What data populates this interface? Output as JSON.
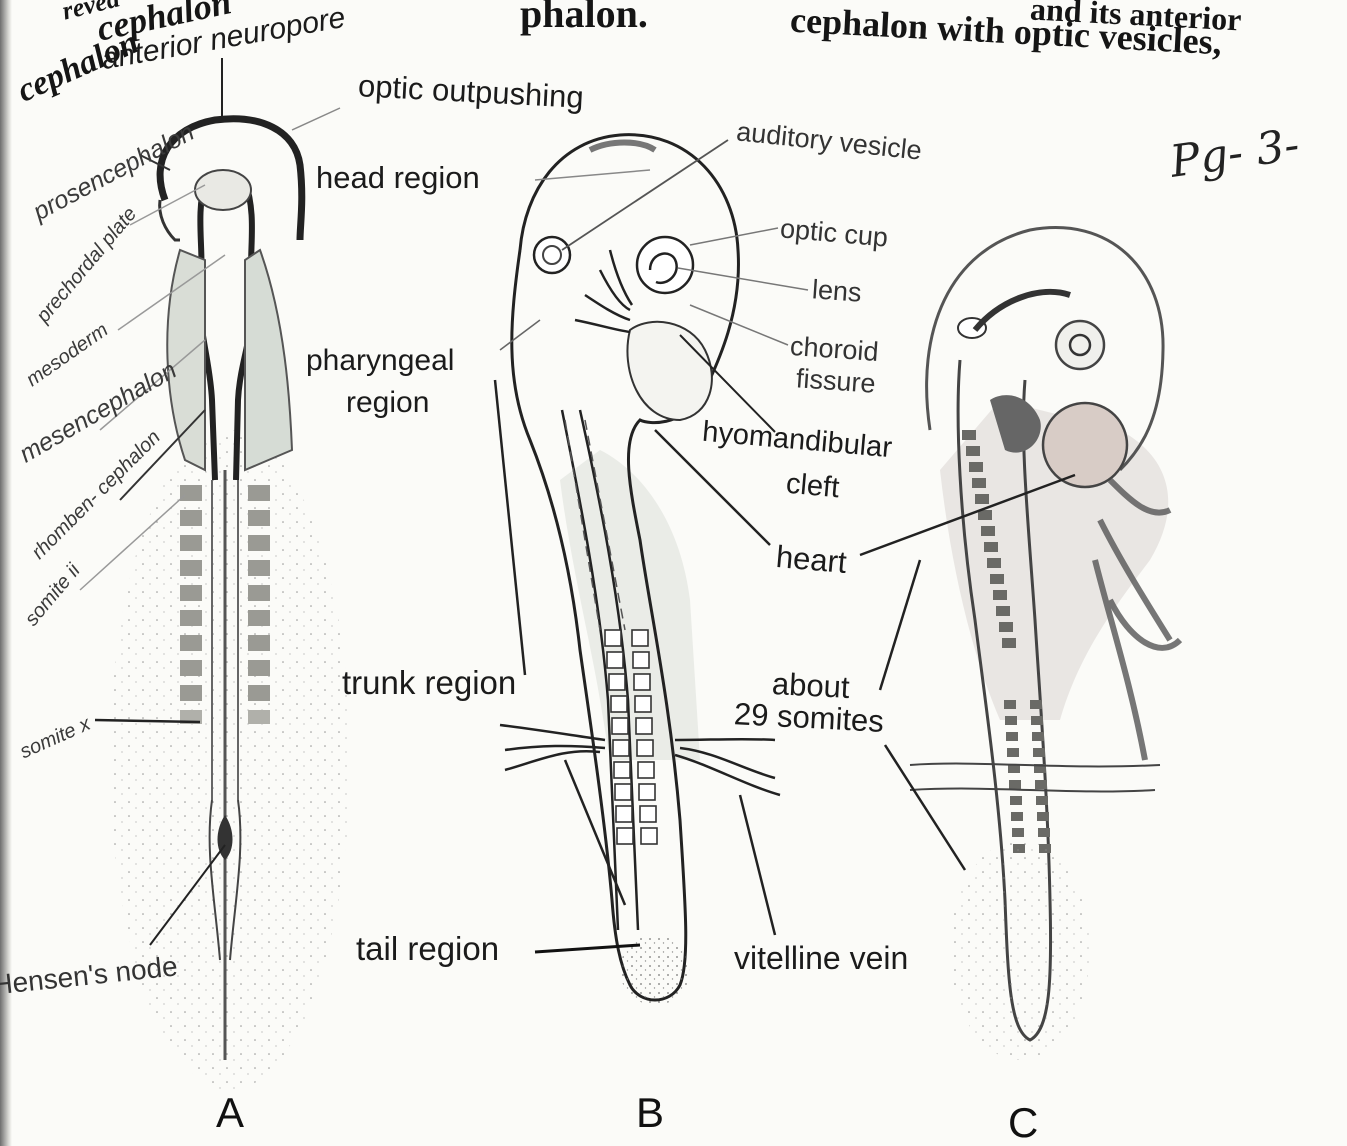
{
  "header": {
    "left_fragment_1": "revea",
    "left_fragment_2": "cephalon",
    "left_fragment_3": "cephalon",
    "middle_fragment": "phalon.",
    "right_fragment_1": "and its anterior",
    "right_fragment_2": "cephalon with optic vesicles,"
  },
  "handwritten_note": "Pg- 3-",
  "figure_a": {
    "panel_label": "A",
    "labels": {
      "anterior_neuropore": "anterior neuropore",
      "prosencephalon": "prosencephalon",
      "prechordal_plate": "prechordal plate",
      "mesoderm": "mesoderm",
      "mesencephalon": "mesencephalon",
      "rhombencephalon": "rhomben- cephalon",
      "somite_ii": "somite ii",
      "somite_x": "somite x",
      "hensens_node": "Hensen's node"
    }
  },
  "figure_b": {
    "panel_label": "B",
    "labels": {
      "optic_outpushing": "optic outpushing",
      "head_region": "head region",
      "auditory_vesicle": "auditory vesicle",
      "optic_cup": "optic cup",
      "lens": "lens",
      "choroid_fissure_1": "choroid",
      "choroid_fissure_2": "fissure",
      "pharyngeal_region_1": "pharyngeal",
      "pharyngeal_region_2": "region",
      "hyomandibular_cleft_1": "hyomandibular",
      "hyomandibular_cleft_2": "cleft",
      "heart": "heart",
      "trunk_region": "trunk region",
      "tail_region": "tail region",
      "vitelline_vein": "vitelline vein"
    }
  },
  "figure_c": {
    "panel_label": "C",
    "labels": {
      "about": "about",
      "somites": "29 somites"
    }
  }
}
